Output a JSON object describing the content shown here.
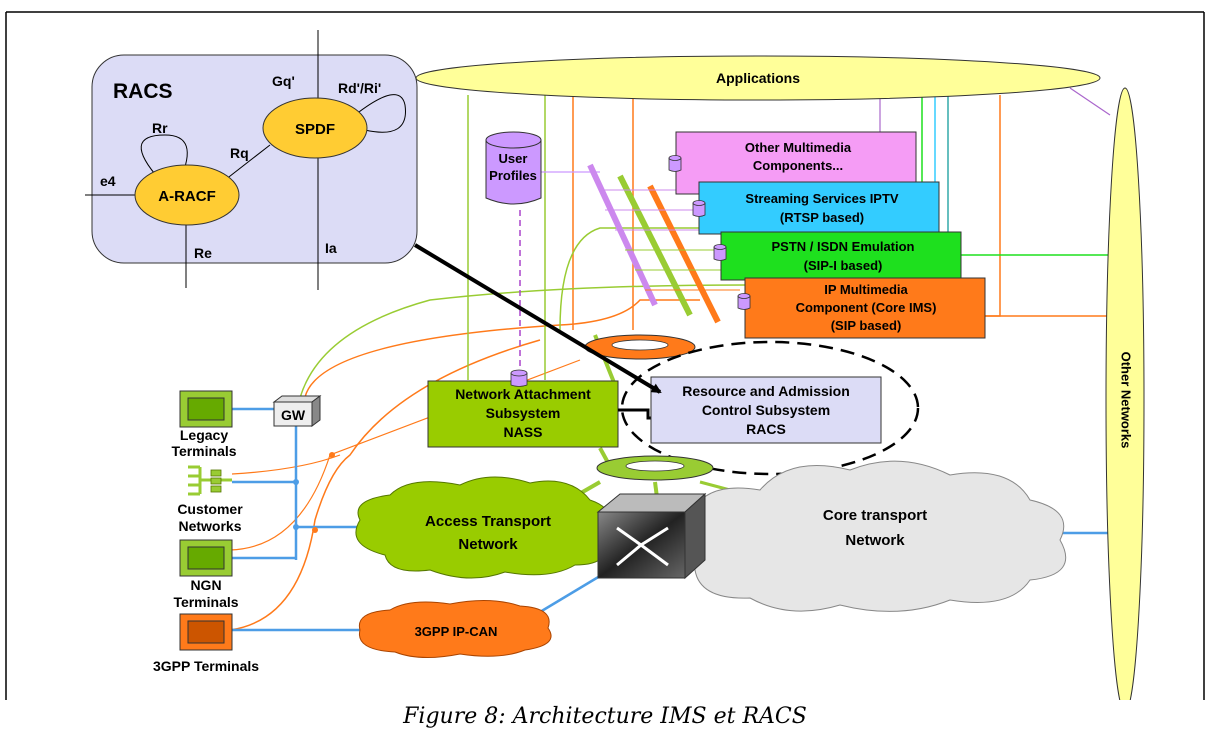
{
  "racs_box": {
    "title": "RACS",
    "spdf": "SPDF",
    "aracf": "A-RACF",
    "ref_gq": "Gq'",
    "ref_rd": "Rd'/Ri'",
    "ref_rr": "Rr",
    "ref_rq": "Rq",
    "ref_e4": "e4",
    "ref_re": "Re",
    "ref_ia": "Ia"
  },
  "applications": "Applications",
  "other_networks": "Other Networks",
  "user_profiles": [
    "User",
    "Profiles"
  ],
  "components": {
    "other_mm": [
      "Other Multimedia",
      "Components..."
    ],
    "streaming": [
      "Streaming Services  IPTV",
      "(RTSP based)"
    ],
    "pstn": [
      "PSTN / ISDN Emulation",
      "(SIP-I based)"
    ],
    "ip_mm": [
      "IP Multimedia",
      "Component (Core IMS)",
      "(SIP based)"
    ]
  },
  "nass": [
    "Network Attachment",
    "Subsystem",
    "NASS"
  ],
  "racs_sub": [
    "Resource and Admission",
    "Control Subsystem",
    "RACS"
  ],
  "gw": "GW",
  "terminals": {
    "legacy": [
      "Legacy",
      "Terminals"
    ],
    "customer": [
      "Customer",
      "Networks"
    ],
    "ngn": [
      "NGN",
      "Terminals"
    ],
    "gpp": "3GPP Terminals"
  },
  "access_transport": [
    "Access Transport",
    "Network"
  ],
  "core_transport": [
    "Core transport",
    "Network"
  ],
  "gpp_ipcan": "3GPP IP-CAN",
  "caption": "Figure 8: Architecture IMS et RACS",
  "colors": {
    "orange": "#ff7a1a",
    "green": "#99cc33",
    "yellow": "#ffff99",
    "lavender": "#dcdcf6",
    "magenta": "#f59cf5",
    "cyan": "#33ccff",
    "bright_green": "#1ee01e",
    "purple": "#cc99ff",
    "blue": "#4d9de6"
  }
}
